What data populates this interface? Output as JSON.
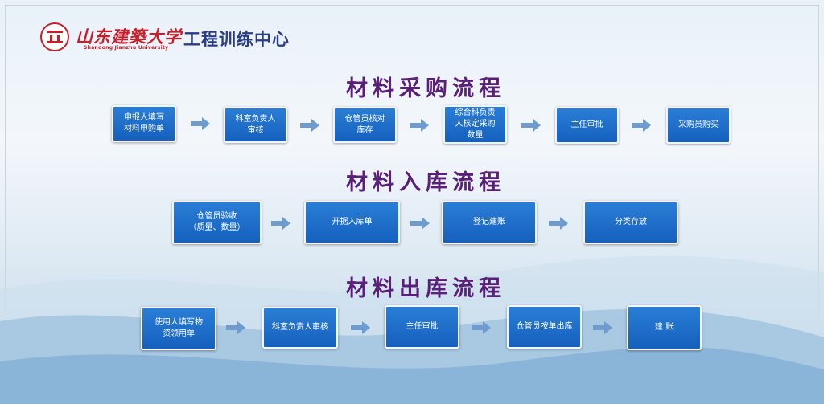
{
  "header": {
    "university_name_cn": "山东建築大学",
    "university_name_en": "Shandong Jianzhu University",
    "center_name": "工程训练中心"
  },
  "sections": [
    {
      "title": "材料采购流程",
      "steps": [
        "申报人填写\n材料申购单",
        "科室负责人\n审核",
        "仓管员核对\n库存",
        "综合科负责\n人核定采购\n数量",
        "主任审批",
        "采购员购买"
      ]
    },
    {
      "title": "材料入库流程",
      "steps": [
        "仓管员验收\n（质量、数量）",
        "开据入库单",
        "登记建账",
        "分类存放"
      ]
    },
    {
      "title": "材料出库流程",
      "steps": [
        "使用人填写物\n资领用单",
        "科室负责人审核",
        "主任审批",
        "仓管员按单出库",
        "建  账"
      ]
    }
  ],
  "colors": {
    "box_fill": "#1f6fcd",
    "arrow": "#6f9ccf",
    "title": "#5a1f78",
    "brand_red": "#c81e2a",
    "center_name": "#2a3c86"
  }
}
